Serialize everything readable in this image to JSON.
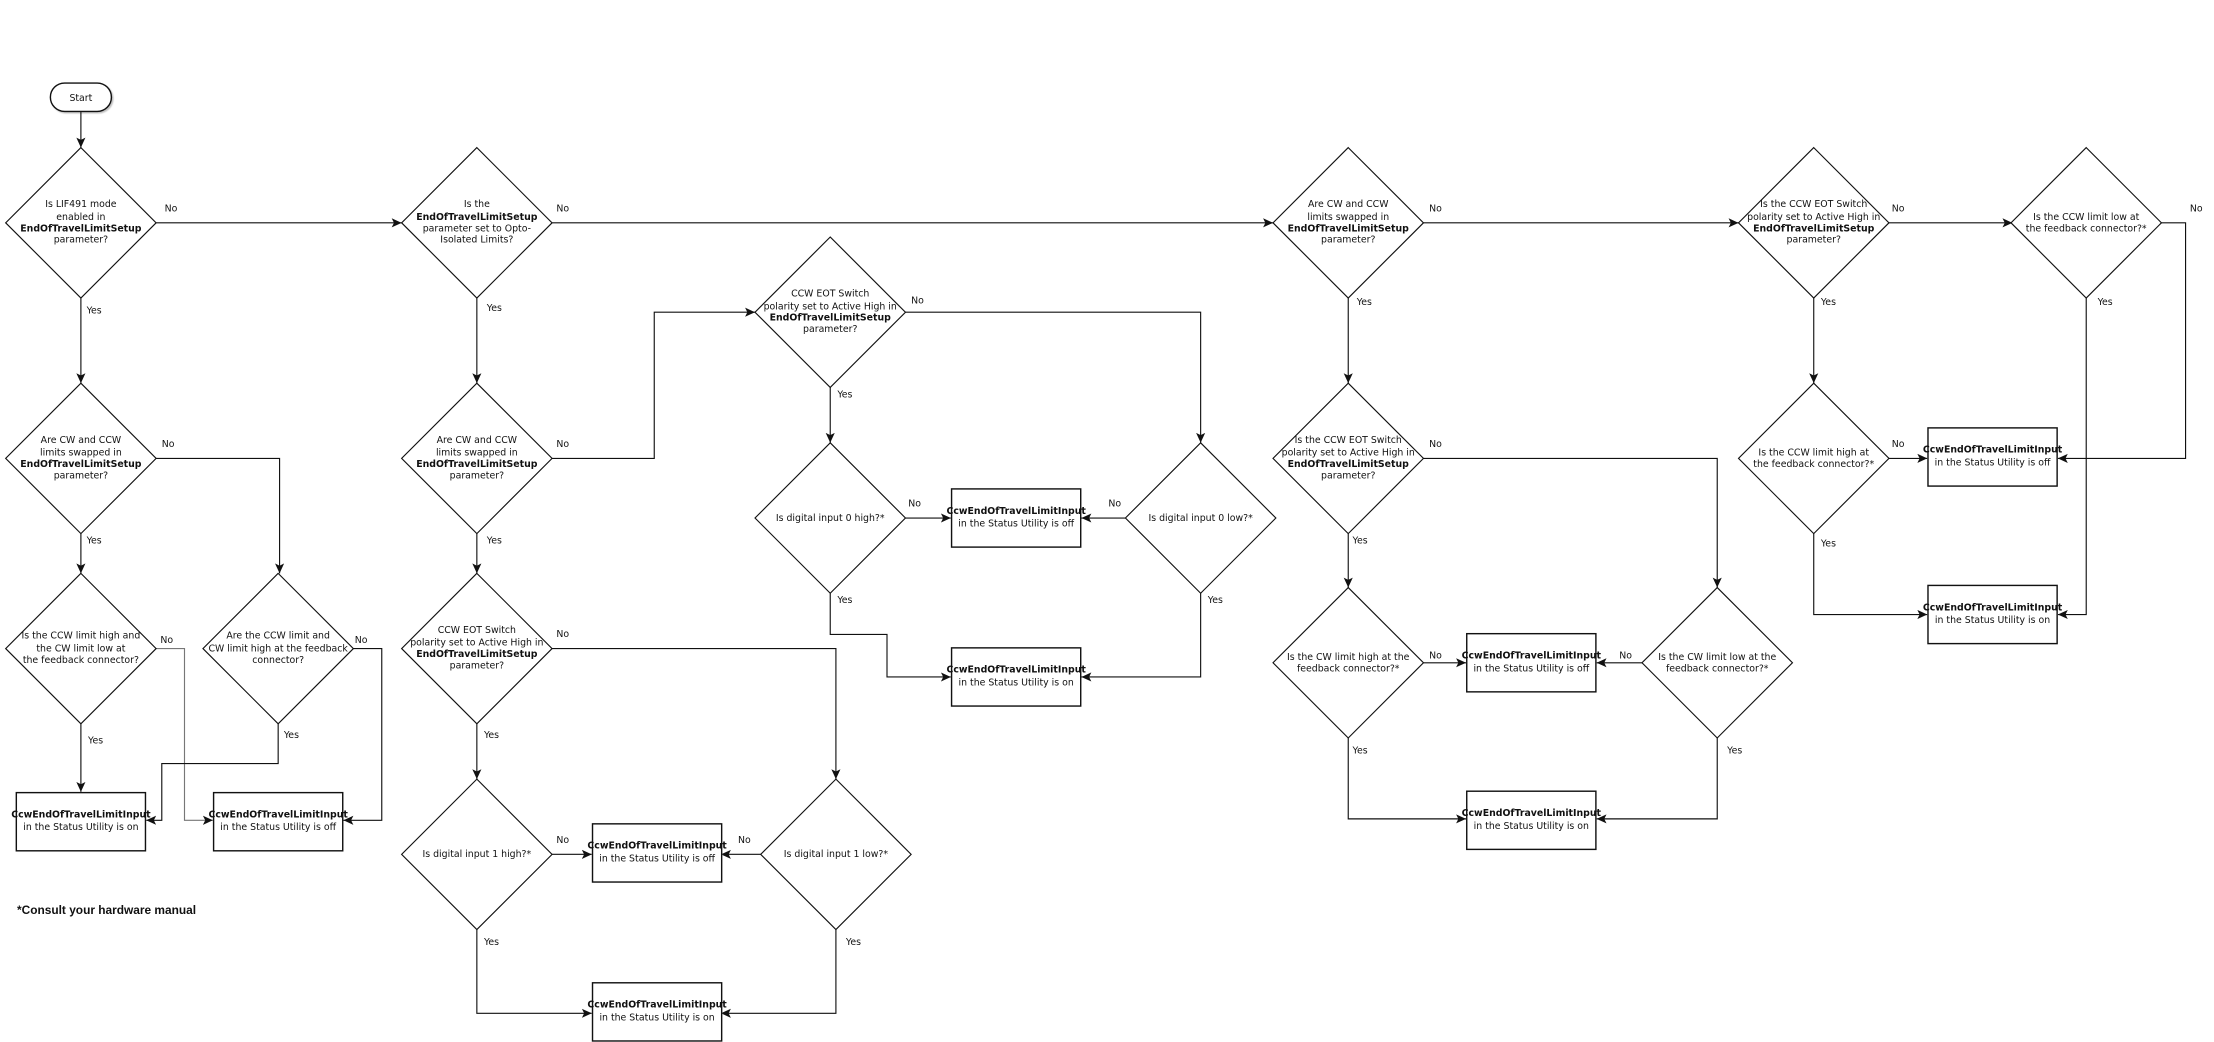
{
  "start": "Start",
  "footnote": "*Consult your hardware manual",
  "decisions": [
    {
      "lines": [
        "Is LIF491 mode",
        "enabled in",
        "EndOfTravelLimitSetup",
        "parameter?"
      ]
    },
    {
      "lines": [
        "Are CW and CCW",
        "limits swapped in",
        "EndOfTravelLimitSetup",
        "parameter?"
      ]
    },
    {
      "lines": [
        "Is the CCW limit high and",
        "the CW limit low at",
        "the feedback connector?"
      ]
    },
    {
      "lines": [
        "Are the CCW limit and",
        "CW limit high at the feedback",
        "connector?"
      ]
    },
    {
      "lines": [
        "Is the",
        "EndOfTravelLimitSetup",
        "parameter set to Opto-",
        "Isolated Limits?"
      ]
    },
    {
      "lines": [
        "Are CW and CCW",
        "limits swapped in",
        "EndOfTravelLimitSetup",
        "parameter?"
      ]
    },
    {
      "lines": [
        "CCW EOT Switch",
        "polarity set to Active High in",
        "EndOfTravelLimitSetup",
        "parameter?"
      ]
    },
    {
      "lines": [
        "Is digital input 1 high?*"
      ]
    },
    {
      "lines": [
        "Is digital input 1 low?*"
      ]
    },
    {
      "lines": [
        "CCW EOT Switch",
        "polarity set to Active High in",
        "EndOfTravelLimitSetup",
        "parameter?"
      ]
    },
    {
      "lines": [
        "Is digital input 0 high?*"
      ]
    },
    {
      "lines": [
        "Is digital input 0 low?*"
      ]
    },
    {
      "lines": [
        "Are CW and CCW",
        "limits swapped in",
        "EndOfTravelLimitSetup",
        "parameter?"
      ]
    },
    {
      "lines": [
        "Is the CCW EOT Switch",
        "polarity set to Active High in",
        "EndOfTravelLimitSetup",
        "parameter?"
      ]
    },
    {
      "lines": [
        "Is the CW limit high at the",
        "feedback connector?*"
      ]
    },
    {
      "lines": [
        "Is the CW limit low at the",
        "feedback connector?*"
      ]
    },
    {
      "lines": [
        "Is the CCW EOT Switch",
        "polarity set to Active High in",
        "EndOfTravelLimitSetup",
        "parameter?"
      ]
    },
    {
      "lines": [
        "Is the CCW limit high at",
        "the feedback connector?*"
      ]
    },
    {
      "lines": [
        "Is the CCW limit low at",
        "the feedback connector?*"
      ]
    }
  ],
  "results": [
    {
      "name": "CcwEndOfTravelLimitInput",
      "state": "in the Status Utility is on"
    },
    {
      "name": "CcwEndOfTravelLimitInput",
      "state": "in the Status Utility is off"
    },
    {
      "name": "CcwEndOfTravelLimitInput",
      "state": "in the Status Utility is off"
    },
    {
      "name": "CcwEndOfTravelLimitInput",
      "state": "in the Status Utility is on"
    },
    {
      "name": "CcwEndOfTravelLimitInput",
      "state": "in the Status Utility is off"
    },
    {
      "name": "CcwEndOfTravelLimitInput",
      "state": "in the Status Utility is on"
    },
    {
      "name": "CcwEndOfTravelLimitInput",
      "state": "in the Status Utility is off"
    },
    {
      "name": "CcwEndOfTravelLimitInput",
      "state": "in the Status Utility is on"
    },
    {
      "name": "CcwEndOfTravelLimitInput",
      "state": "in the Status Utility is off"
    },
    {
      "name": "CcwEndOfTravelLimitInput",
      "state": "in the Status Utility is on"
    }
  ],
  "edges": [
    "",
    "No",
    "Yes",
    "No",
    "Yes",
    "Yes",
    "No",
    "Yes",
    "No",
    "No",
    "Yes",
    "No",
    "Yes",
    "No",
    "Yes",
    "No",
    "Yes",
    "No",
    "Yes",
    "No",
    "Yes",
    "No",
    "Yes",
    "No",
    "Yes",
    "No",
    "Yes",
    "No",
    "Yes",
    "No",
    "Yes",
    "No",
    "Yes",
    "No",
    "Yes",
    "No",
    "Yes",
    "No",
    "Yes"
  ]
}
